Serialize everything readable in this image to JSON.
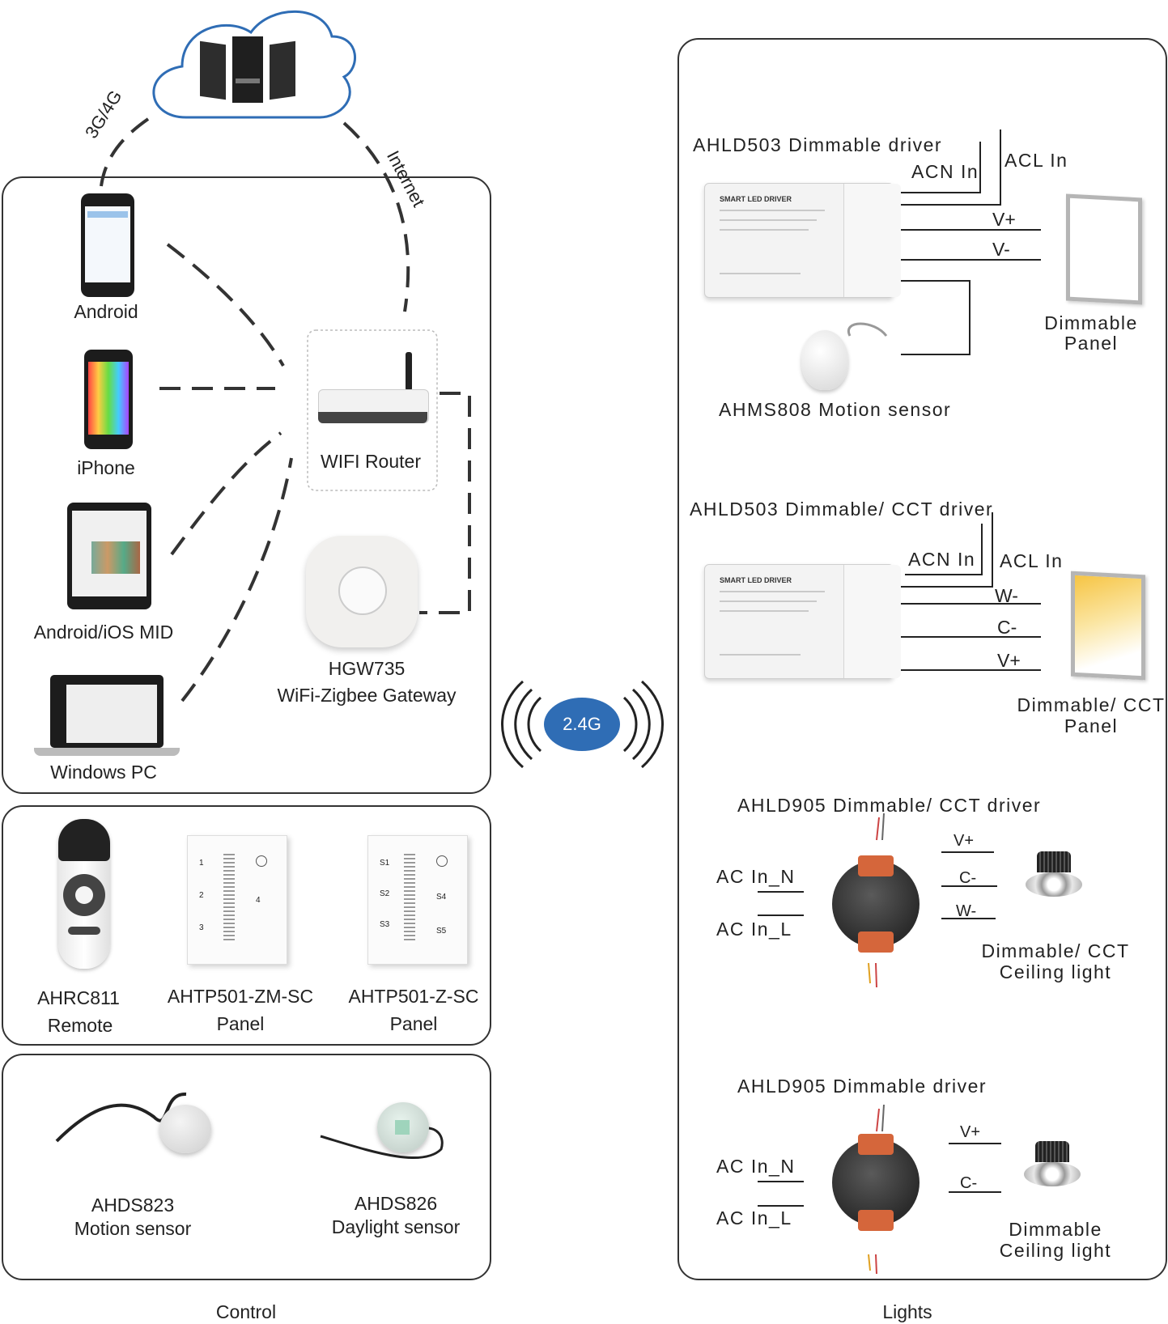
{
  "labels": {
    "cloud_link_mobile": "3G/4G",
    "cloud_link_internet": "Internet",
    "android": "Android",
    "iphone": "iPhone",
    "mid": "Android/iOS MID",
    "windows_pc": "Windows PC",
    "wifi_router": "WIFI Router",
    "gateway_model": "HGW735",
    "gateway_name": "WiFi-Zigbee Gateway",
    "remote_model": "AHRC811",
    "remote_name": "Remote",
    "panel_zm_model": "AHTP501-ZM-SC",
    "panel_zm_name": "Panel",
    "panel_z_model": "AHTP501-Z-SC",
    "panel_z_name": "Panel",
    "ahds823_model": "AHDS823",
    "ahds823_name": "Motion sensor",
    "ahds826_model": "AHDS826",
    "ahds826_name": "Daylight sensor",
    "radio": "2.4G",
    "control_caption": "Control",
    "lights_caption": "Lights"
  },
  "lights": {
    "d1": {
      "title": "AHLD503  Dimmable  driver",
      "acn": "ACN In",
      "acl": "ACL In",
      "vplus": "V+",
      "vminus": "V-",
      "sensor": "AHMS808 Motion sensor",
      "panel_l1": "Dimmable",
      "panel_l2": "Panel",
      "driver_tag": "SMART LED DRIVER"
    },
    "d2": {
      "title": "AHLD503  Dimmable/ CCT  driver",
      "acn": "ACN In",
      "acl": "ACL In",
      "wminus": "W-",
      "cminus": "C-",
      "vplus": "V+",
      "panel_l1": "Dimmable/ CCT",
      "panel_l2": "Panel",
      "driver_tag": "SMART LED DRIVER"
    },
    "d3": {
      "title": "AHLD905  Dimmable/ CCT  driver",
      "acn": "AC In_N",
      "acl": "AC In_L",
      "vplus": "V+",
      "cminus": "C-",
      "wminus": "W-",
      "light_l1": "Dimmable/ CCT",
      "light_l2": "Ceiling light"
    },
    "d4": {
      "title": "AHLD905  Dimmable  driver",
      "acn": "AC In_N",
      "acl": "AC In_L",
      "vplus": "V+",
      "cminus": "C-",
      "light_l1": "Dimmable",
      "light_l2": "Ceiling light"
    }
  },
  "panel_keys": {
    "zm": [
      "1",
      "2",
      "3",
      "4"
    ],
    "z": [
      "S1",
      "S2",
      "S3",
      "S4",
      "S5"
    ]
  }
}
